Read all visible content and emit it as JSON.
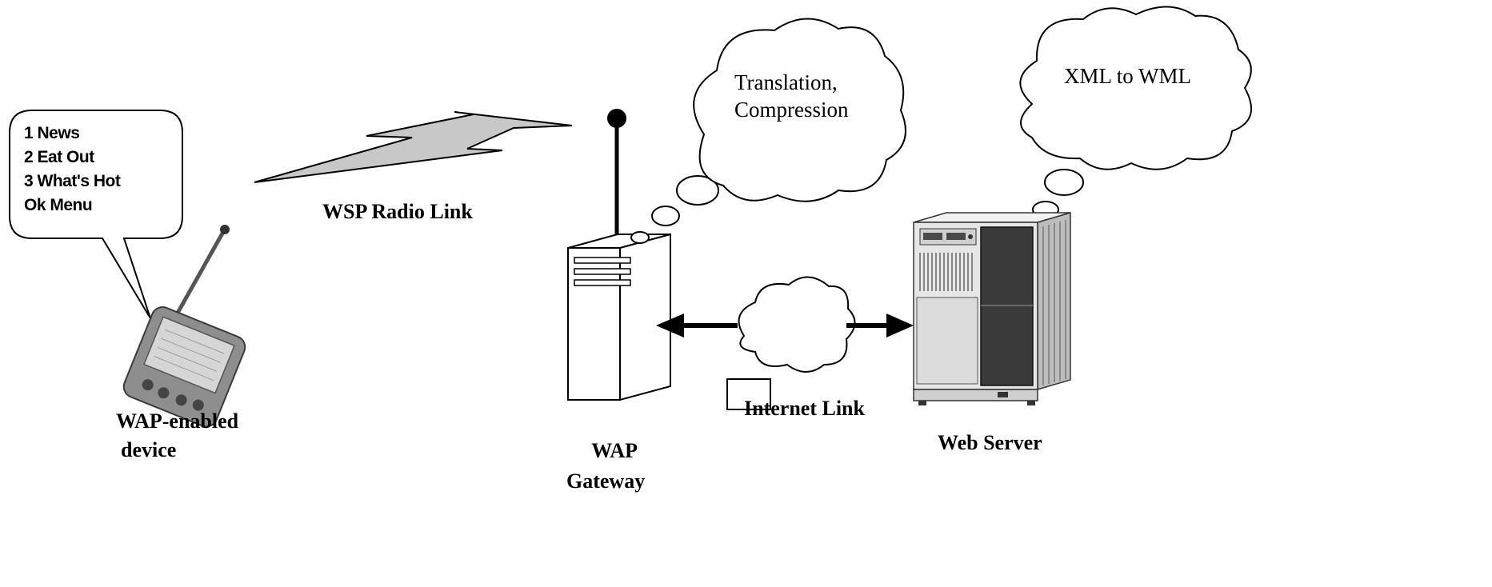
{
  "device": {
    "menu_items": [
      "1 News",
      "2 Eat Out",
      "3 What's Hot",
      "Ok  Menu"
    ],
    "label_line1": "WAP-enabled",
    "label_line2": "device"
  },
  "radio_link": {
    "label": "WSP Radio Link"
  },
  "gateway": {
    "label_line1": "WAP",
    "label_line2": "Gateway",
    "thought_line1": "Translation,",
    "thought_line2": "Compression"
  },
  "internet": {
    "label": "Internet Link"
  },
  "server": {
    "label": "Web Server",
    "thought": "XML to WML"
  },
  "colors": {
    "bolt_fill": "#c8c8c8",
    "server_dark_panel": "#3a3a3a",
    "server_body": "#e6e6e6",
    "line": "#000000"
  }
}
